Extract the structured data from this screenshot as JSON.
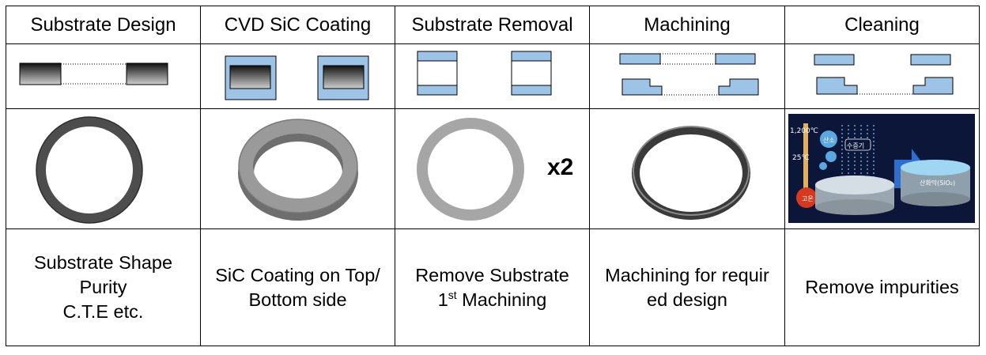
{
  "headers": [
    "Substrate Design",
    "CVD SiC Coating",
    "Substrate Removal",
    "Machining",
    "Cleaning"
  ],
  "multiplier_label": "x2",
  "descriptions": {
    "d1": [
      "Substrate Shape",
      "Purity",
      "C.T.E etc."
    ],
    "d2": [
      "SiC Coating on Top/",
      "Bottom side"
    ],
    "d3_line1": "Remove Substrate",
    "d3_line2_num": "1",
    "d3_line2_sup": "st",
    "d3_line2_rest": " Machining",
    "d4": [
      "Machining for requir",
      "ed design"
    ],
    "d5": "Remove impurities"
  },
  "colors": {
    "coating": "#9dc3e6",
    "border": "#000000",
    "panel_bg": "#0c1638"
  },
  "illustration_texts": [
    "1,200℃",
    "25℃",
    "고온",
    "산소",
    "수증기",
    "산화막(SiO₂)"
  ]
}
